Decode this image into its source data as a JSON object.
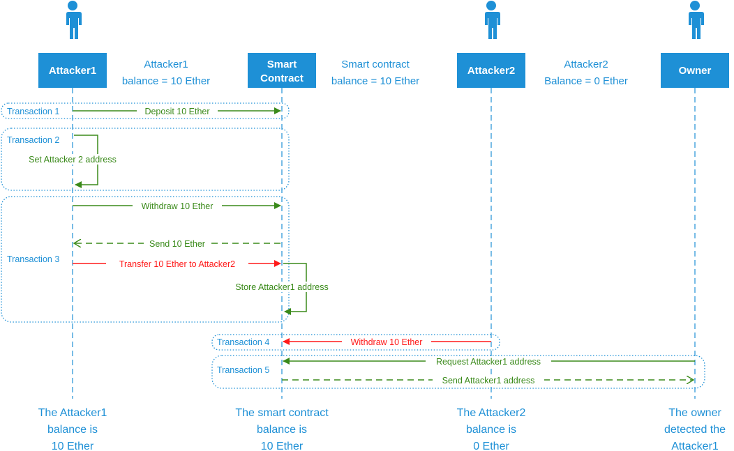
{
  "participants": {
    "attacker1": {
      "label": "Attacker1",
      "info_line1": "Attacker1",
      "info_line2": "balance = 10 Ether",
      "result": [
        "The Attacker1",
        "balance is",
        "10 Ether"
      ]
    },
    "contract": {
      "label_line1": "Smart",
      "label_line2": "Contract",
      "info_line1": "Smart contract",
      "info_line2": "balance = 10 Ether",
      "result": [
        "The smart contract",
        "balance is",
        "10 Ether"
      ]
    },
    "attacker2": {
      "label": "Attacker2",
      "info_line1": "Attacker2",
      "info_line2": "Balance = 0 Ether",
      "result": [
        "The Attacker2",
        "balance is",
        "0 Ether"
      ]
    },
    "owner": {
      "label": "Owner",
      "result": [
        "The owner",
        "detected the",
        "Attacker1"
      ]
    }
  },
  "transactions": {
    "t1": "Transaction 1",
    "t2": "Transaction 2",
    "t3": "Transaction 3",
    "t4": "Transaction 4",
    "t5": "Transaction 5"
  },
  "messages": {
    "deposit": "Deposit 10 Ether",
    "set_address": "Set Attacker 2 address",
    "withdraw1": "Withdraw 10 Ether",
    "send": "Send 10 Ether",
    "transfer": "Transfer 10 Ether to Attacker2",
    "store": "Store Attacker1 address",
    "withdraw2": "Withdraw 10 Ether",
    "request": "Request Attacker1 address",
    "send_address": "Send Attacker1 address"
  },
  "colors": {
    "blue": "#1e90d6",
    "green": "#3a8a1a",
    "red": "#ff1a1a",
    "white": "#ffffff"
  },
  "icons": [
    "person-icon"
  ]
}
